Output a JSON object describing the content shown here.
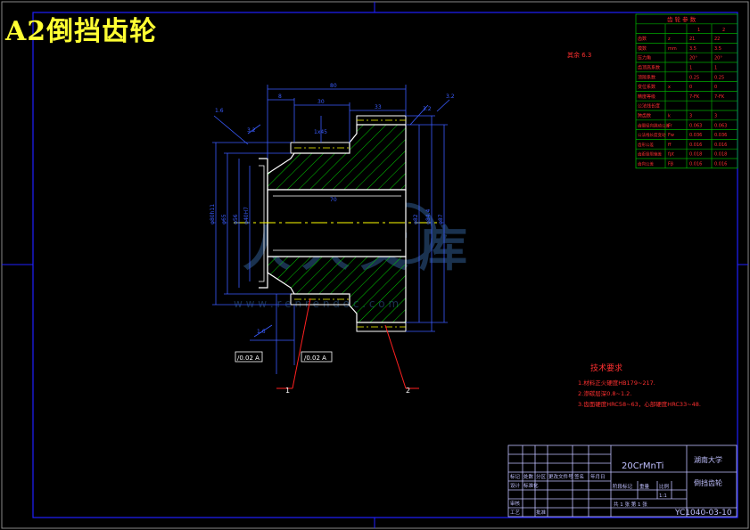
{
  "title": "A2倒挡齿轮",
  "colors": {
    "background": "#000000",
    "frame": "#2020ff",
    "outline": "#ffffff",
    "dimension": "#3a5cff",
    "hatch": "#00c800",
    "centerline": "#ffff00",
    "leader": "#ff2020",
    "table_grid": "#00aa00",
    "table_text": "#ff3030",
    "title_block": "#c0c0ff"
  },
  "roughness_note": "其余 6.3",
  "gear_table": {
    "header": "齿 轮 参 数",
    "col1": "1",
    "col2": "2",
    "rows": [
      {
        "label": "齿数",
        "unit": "z",
        "v1": "21",
        "v2": "22"
      },
      {
        "label": "模数",
        "unit": "mm",
        "v1": "3.5",
        "v2": "3.5"
      },
      {
        "label": "压力角",
        "unit": "",
        "v1": "20°",
        "v2": "20°"
      },
      {
        "label": "齿顶高系数",
        "unit": "",
        "v1": "1",
        "v2": "1"
      },
      {
        "label": "顶隙系数",
        "unit": "",
        "v1": "0.25",
        "v2": "0.25"
      },
      {
        "label": "变位系数",
        "unit": "x",
        "v1": "0",
        "v2": "0"
      },
      {
        "label": "精度等级",
        "unit": "",
        "v1": "7-FK",
        "v2": "7-FK"
      },
      {
        "label": "公法线长度",
        "unit": "",
        "v1": "",
        "v2": ""
      },
      {
        "label": "跨齿数",
        "unit": "k",
        "v1": "3",
        "v2": "3"
      }
    ],
    "tol_rows": [
      {
        "label": "齿圈径向跳动公差",
        "sym": "Fr",
        "v1": "0.063",
        "v2": "0.063"
      },
      {
        "label": "公法线长度变动",
        "sym": "Fw",
        "v1": "0.036",
        "v2": "0.036"
      },
      {
        "label": "齿形公差",
        "sym": "ff",
        "v1": "0.016",
        "v2": "0.016"
      },
      {
        "label": "齿距极限偏差",
        "sym": "fpt",
        "v1": "0.018",
        "v2": "0.018"
      },
      {
        "label": "齿向公差",
        "sym": "Fβ",
        "v1": "0.016",
        "v2": "0.016"
      }
    ]
  },
  "tech_req": {
    "title": "技术要求",
    "items": [
      "1.材料正火硬度HB179~217.",
      "2.渗碳层深0.8~1.2.",
      "3.齿面硬度HRC58~63，心部硬度HRC33~48."
    ]
  },
  "labels": {
    "leader_1": "1",
    "leader_2": "2",
    "tol_1": "∕0.02 A",
    "tol_2": "∕0.02 A",
    "datum": "A",
    "roughness_1": "1.6",
    "roughness_2": "3.2"
  },
  "title_block": {
    "material": "20CrMnTi",
    "school": "湖南大学",
    "part_name": "倒挡齿轮",
    "drawing_no": "YC1040-03-10",
    "scale_label": "比例",
    "scale": "1:1",
    "sheets": "共 1 张  第 1 张",
    "r1": [
      "标记",
      "处数",
      "分区",
      "更改文件号",
      "签名",
      "年月日"
    ],
    "r2": [
      "设计",
      "标准化",
      "",
      "阶段标记",
      "重量",
      "比例"
    ],
    "r3": [
      "审核",
      "",
      "",
      "",
      "",
      ""
    ],
    "r4": [
      "工艺",
      "",
      "批准",
      "",
      "",
      ""
    ]
  },
  "watermark": {
    "text": "人人文库",
    "url": "w w w . r e n r e n d o c . c o m"
  }
}
